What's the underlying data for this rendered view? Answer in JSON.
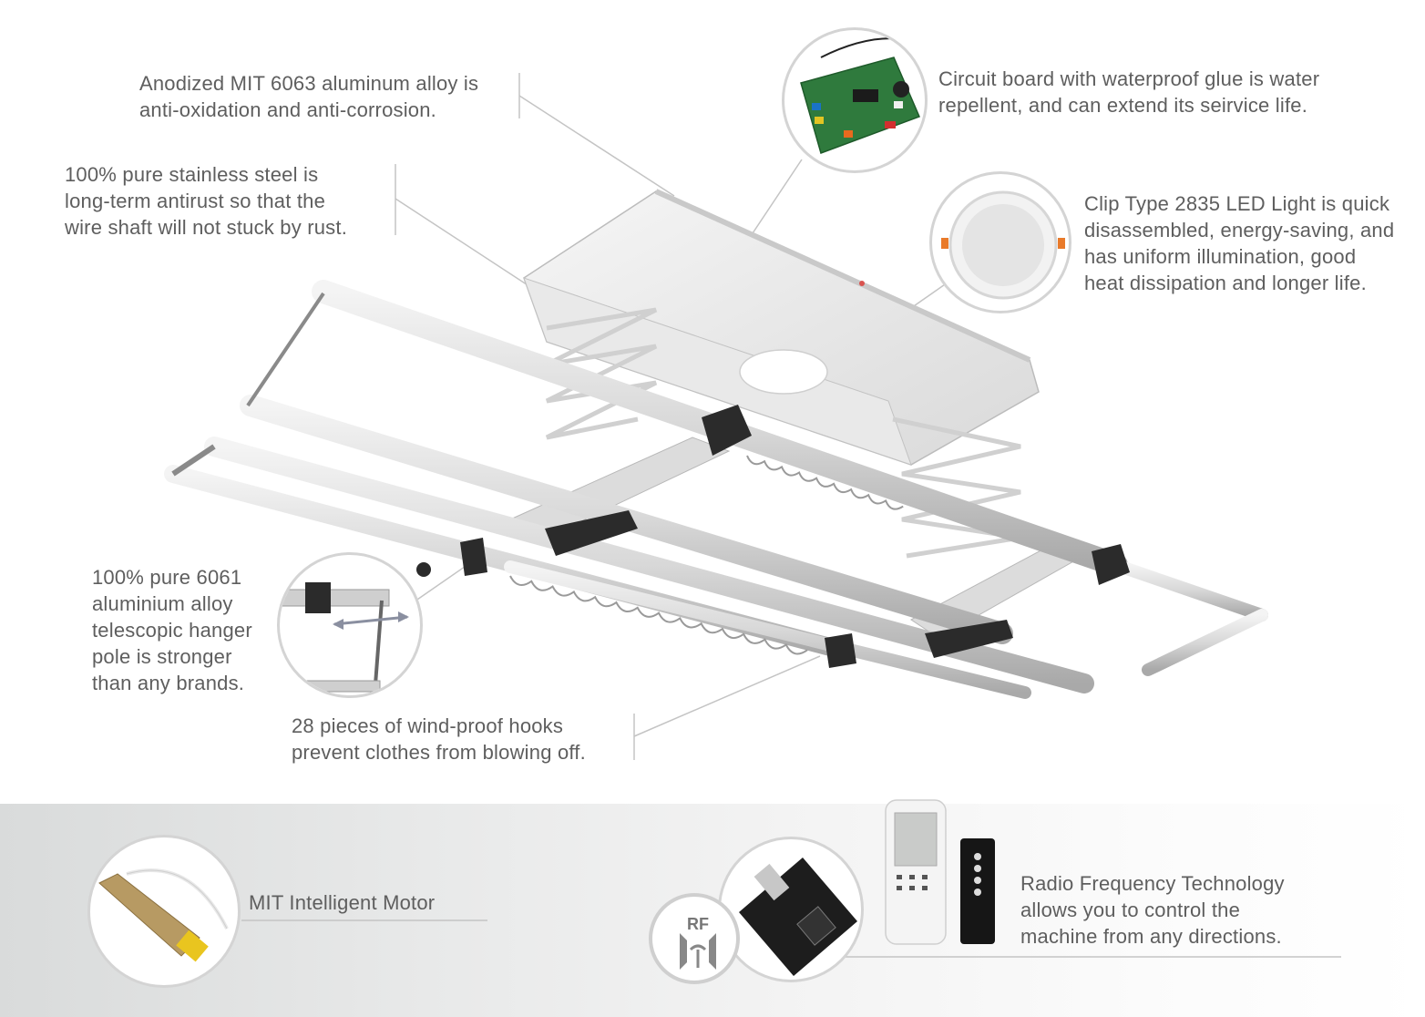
{
  "callouts": {
    "aluminum": [
      "Anodized MIT 6063 aluminum alloy is",
      "anti-oxidation and anti-corrosion."
    ],
    "steel": [
      "100% pure stainless steel is",
      "long-term antirust so that the",
      "wire shaft will not stuck by rust."
    ],
    "circuit": [
      "Circuit board with waterproof glue is water",
      "repellent, and can extend its seirvice life."
    ],
    "led": [
      "Clip Type 2835 LED Light is quick",
      "disassembled, energy-saving, and",
      "has uniform illumination, good",
      "heat dissipation and longer life."
    ],
    "pole": [
      "100% pure 6061",
      "aluminium alloy",
      "telescopic hanger",
      "pole is stronger",
      "than any brands."
    ],
    "hooks": [
      "28 pieces of wind-proof hooks",
      "prevent clothes from blowing off."
    ],
    "motor": [
      "MIT Intelligent Motor"
    ],
    "radio": [
      "Radio Frequency Technology",
      "allows you to control the",
      "machine from any directions."
    ]
  },
  "rf_badge": "RF",
  "colors": {
    "text": "#5e5e5e",
    "leader_line": "#bdbdbd",
    "circle_border": "#d4d4d4",
    "band_start": "#d9dbdb"
  }
}
